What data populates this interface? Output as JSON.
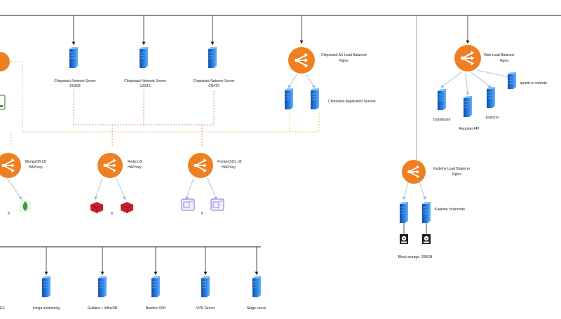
{
  "colors": {
    "line": "#1f1f1f",
    "server_blue": "#1d6fd6",
    "lb_orange": "#ef7f21",
    "mongo_green": "#3f9b3a",
    "redis_red": "#c8202e",
    "postgres_purple": "#7c6fe0",
    "dotted_yellow": "#e8c46e",
    "dotted_red": "#e08c8c",
    "connector_blue": "#9fb9d8"
  },
  "diagram": {
    "top_row": {
      "servers": [
        {
          "title": "Chirpstack Network Server",
          "subtitle": "EU868"
        },
        {
          "title": "Chirpstack Network Server",
          "subtitle": "US915"
        },
        {
          "title": "Chirpstack Network Server",
          "subtitle": "CN470"
        }
      ],
      "app_lb": {
        "title": "Chirpstack AS Load Balancer",
        "subtitle": "Nginx"
      },
      "app_servers_label": "Chirpstack Application Servers",
      "web_lb": {
        "title": "Web Load Balancer",
        "subtitle": "Nginx"
      },
      "web_items": {
        "dashboard": "Dashboard",
        "reporter": "Reporter API",
        "explorer": "Explorer",
        "website": "ipnetic.io website"
      }
    },
    "db_row": {
      "mongo_lb": {
        "title": "MongoDB LB",
        "subtitle": "HAProxy"
      },
      "redis_lb": {
        "title": "Redis LB",
        "subtitle": "HAProxy"
      },
      "postgres_lb": {
        "title": "PostgreSQL LB",
        "subtitle": "HAProxy"
      },
      "replica_marker": "8"
    },
    "kademe": {
      "lb": {
        "title": "Kademe Load Balancer",
        "subtitle": "Nginx"
      },
      "nodes_label": "Kademe chainnode",
      "storage_label": "Block storage, 200GB"
    },
    "bottom_row": {
      "left_fragment": "ES",
      "servers": [
        "Icinga monitoring",
        "Grafana + InfluxDB",
        "Bastion SSH",
        "VPN Server",
        "Stage server"
      ]
    }
  }
}
